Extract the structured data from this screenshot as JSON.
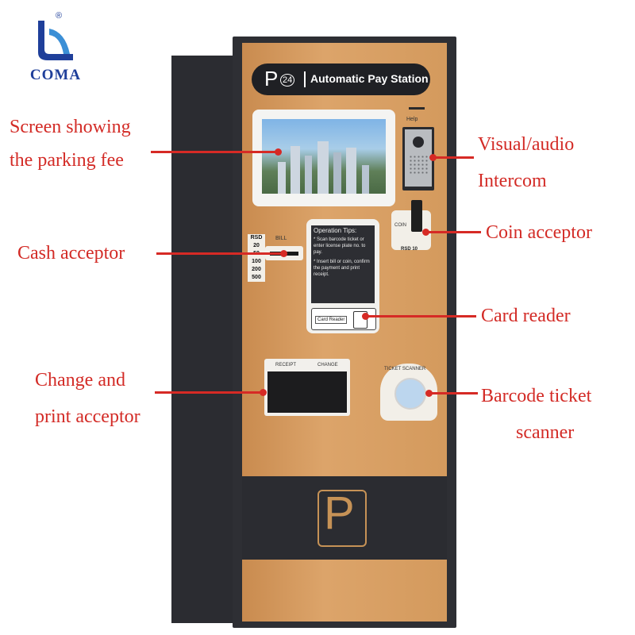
{
  "logo": {
    "brand": "COMA",
    "registered_mark": "®"
  },
  "machine": {
    "header_p": "P",
    "header_24": "24",
    "header_title": "Automatic Pay Station",
    "help_label": "Help",
    "coin_label": "COIN",
    "coin_value": "RSD 10",
    "bill_label": "BILL",
    "bill_denominations": [
      "RSD",
      "20",
      "50",
      "100",
      "200",
      "500"
    ],
    "tips_title": "Operation Tips:",
    "tips_lines": [
      "* Scan barcode ticket or enter license plate no. to pay.",
      "* Insert bill or coin, confirm the payment and print receipt."
    ],
    "card_reader_label": "Card Reader",
    "receipt_label": "RECEIPT",
    "change_label": "CHANGE",
    "scanner_label": "TICKET SCANNER",
    "parking_sign": "P"
  },
  "callouts": {
    "screen": [
      "Screen showing",
      "the parking fee"
    ],
    "intercom": [
      "Visual/audio",
      "Intercom"
    ],
    "cash": [
      "Cash acceptor"
    ],
    "coin": [
      "Coin acceptor"
    ],
    "card": [
      "Card reader"
    ],
    "change": [
      "Change and",
      "print acceptor"
    ],
    "barcode": [
      "Barcode ticket",
      "scanner"
    ]
  },
  "colors": {
    "accent": "#d62a25",
    "panel": "#d59b5f",
    "frame": "#2e2f34",
    "logo": "#1f3f9a"
  }
}
